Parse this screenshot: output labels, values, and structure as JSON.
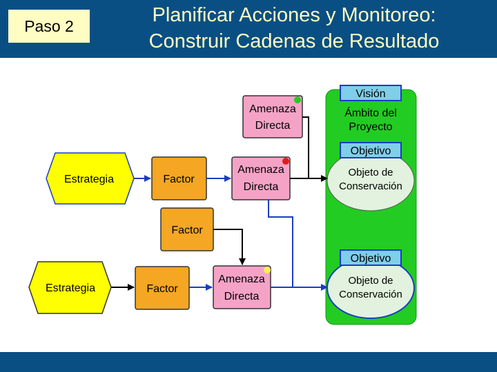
{
  "header": {
    "step_label": "Paso 2",
    "title_line1": "Planificar Acciones y Monitoreo:",
    "title_line2": "Construir Cadenas de Resultado"
  },
  "diagram": {
    "top_threat": {
      "line1": "Amenaza",
      "line2": "Directa"
    },
    "row1": {
      "strategy": "Estrategia",
      "factor": "Factor",
      "threat": {
        "line1": "Amenaza",
        "line2": "Directa"
      }
    },
    "middle_factor": "Factor",
    "row2": {
      "strategy": "Estrategia",
      "factor": "Factor",
      "threat": {
        "line1": "Amenaza",
        "line2": "Directa"
      }
    },
    "scope_panel": {
      "vision_label": "Visión",
      "scope": {
        "line1": "Ámbito del",
        "line2": "Proyecto"
      },
      "objective1_label": "Objetivo",
      "target1": {
        "line1": "Objeto de",
        "line2": "Conservación"
      },
      "objective2_label": "Objetivo",
      "target2": {
        "line1": "Objeto de",
        "line2": "Conservación"
      }
    }
  },
  "colors": {
    "header_blue": "#0a4f84",
    "strategy_yellow": "#ffff00",
    "factor_orange": "#f5a623",
    "threat_pink": "#f4a3c6",
    "scope_green": "#22cc22",
    "target_ellipse": "#e2f2de",
    "arrow_blue": "#1a3cc4",
    "status_green": "#22cc22",
    "status_red": "#e01c1c",
    "status_yellow": "#ffee55"
  }
}
